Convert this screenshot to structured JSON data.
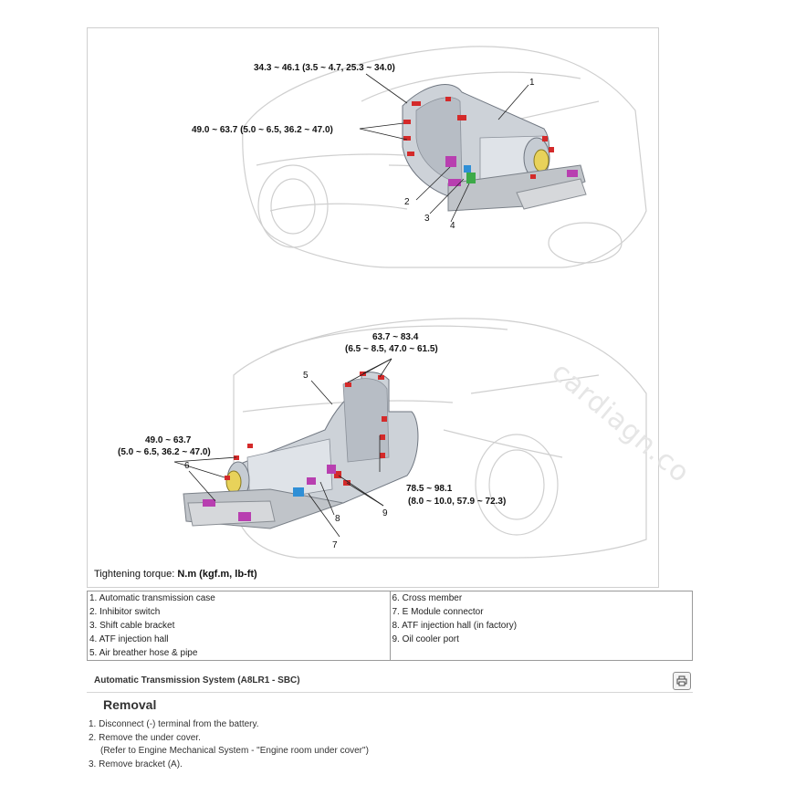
{
  "figure": {
    "top_torque_1": "34.3 ~ 46.1 (3.5 ~ 4.7, 25.3 ~ 34.0)",
    "top_torque_2": "49.0 ~ 63.7 (5.0 ~ 6.5, 36.2 ~ 47.0)",
    "top_callouts": [
      "1",
      "2",
      "3",
      "4"
    ],
    "bottom_torque_1_line1": "63.7 ~ 83.4",
    "bottom_torque_1_line2": "(6.5 ~ 8.5, 47.0 ~ 61.5)",
    "bottom_torque_2_line1": "49.0 ~ 63.7",
    "bottom_torque_2_line2": "(5.0 ~ 6.5, 36.2 ~ 47.0)",
    "bottom_torque_3_line1": "78.5 ~ 98.1",
    "bottom_torque_3_line2": "(8.0 ~ 10.0, 57.9 ~ 72.3)",
    "bottom_callouts": [
      "5",
      "6",
      "7",
      "8",
      "9"
    ],
    "tightening_prefix": "Tightening torque: ",
    "tightening_units": "N.m (kgf.m, lb-ft)",
    "watermark": "cardiagn.co",
    "colors": {
      "bolt": "#d42a2a",
      "connector": "#b83fb0",
      "port": "#2f8fd6",
      "hall": "#3caa48"
    }
  },
  "legend": {
    "left": [
      "1. Automatic transmission case",
      "2. Inhibitor switch",
      "3. Shift cable bracket",
      "4. ATF injection hall",
      "5. Air breather hose & pipe"
    ],
    "right": [
      "6. Cross member",
      "7. E Module connector",
      "8. ATF injection hall (in factory)",
      "9. Oil cooler port"
    ]
  },
  "section": {
    "title": "Automatic Transmission System (A8LR1 - SBC)",
    "print_icon": "printer-icon"
  },
  "removal": {
    "heading": "Removal",
    "step1": "1. Disconnect (-) terminal from the battery.",
    "step2": "2. Remove the under cover.",
    "step2_note": "(Refer to Engine Mechanical System - \"Engine room under cover\")",
    "step3": "3. Remove bracket (A)."
  }
}
